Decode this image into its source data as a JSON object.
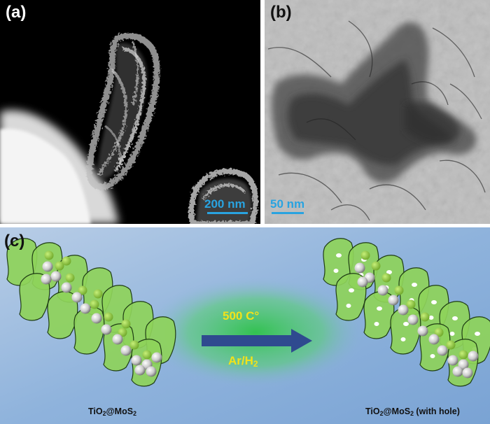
{
  "panel_a": {
    "label": "(a)",
    "scale": "200 nm"
  },
  "panel_b": {
    "label": "(b)",
    "scale": "50 nm"
  },
  "panel_c": {
    "label": "(c)",
    "temperature": "500 C°",
    "atmosphere_main": "Ar/H",
    "atmosphere_sub": "2",
    "left_caption": {
      "main": "TiO",
      "sub1": "2",
      "mid": "@MoS",
      "sub2": "2",
      "tail": ""
    },
    "right_caption": {
      "main": "TiO",
      "sub1": "2",
      "mid": "@MoS",
      "sub2": "2",
      "tail": " (with hole)"
    }
  },
  "colors": {
    "scale_text": "#29a3e0",
    "condition_text": "#f2e21a",
    "arrow": "#2f4a8f",
    "mos2_sheet": "#8ed35a",
    "tio2_sphere": "#e8e8e8",
    "background_blue": "#8fb3dc"
  }
}
